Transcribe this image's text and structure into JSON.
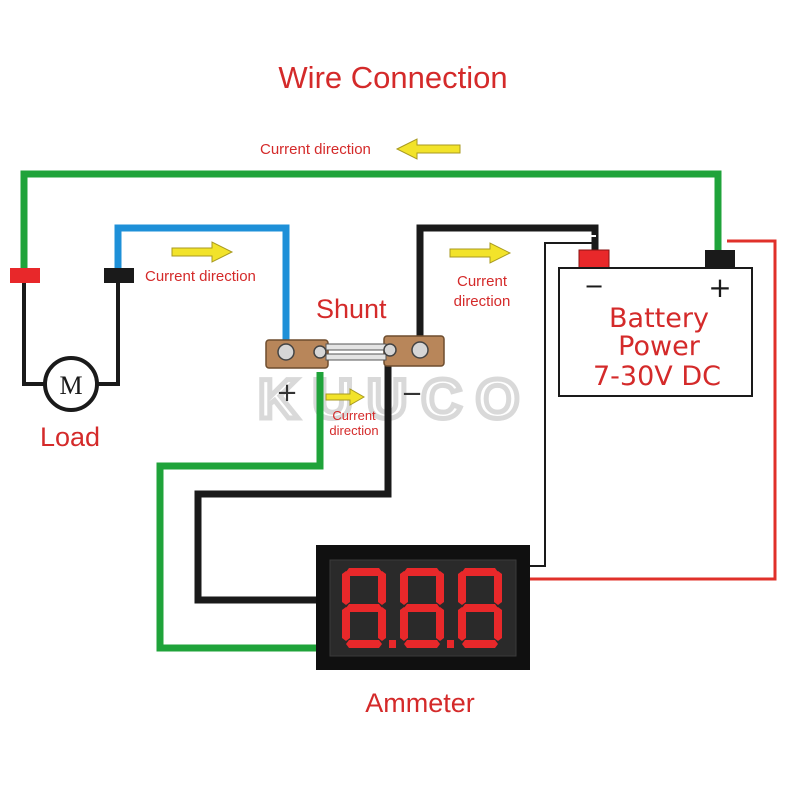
{
  "title": "Wire Connection",
  "labels": {
    "current_direction_top": "Current direction",
    "current_direction_load": "Current direction",
    "current_direction_shunt_line1": "Current",
    "current_direction_shunt_line2": "direction",
    "current_direction_meter_line1": "Current",
    "current_direction_meter_line2": "direction",
    "shunt": "Shunt",
    "load": "Load",
    "motor_symbol": "M",
    "ammeter": "Ammeter",
    "shunt_plus": "+",
    "shunt_minus": "−",
    "battery_minus": "−",
    "battery_plus": "+",
    "battery_line1": "Battery",
    "battery_line2": "Power",
    "battery_line3": "7-30V DC",
    "watermark": "KUUCO"
  },
  "wire_colors": {
    "green": "#1fa33a",
    "blue": "#1e90d8",
    "black": "#1a1a1a",
    "red": "#e0302a"
  },
  "display": {
    "digits": "8.8.8",
    "segment_color": "#e8282a",
    "background": "#101010"
  }
}
